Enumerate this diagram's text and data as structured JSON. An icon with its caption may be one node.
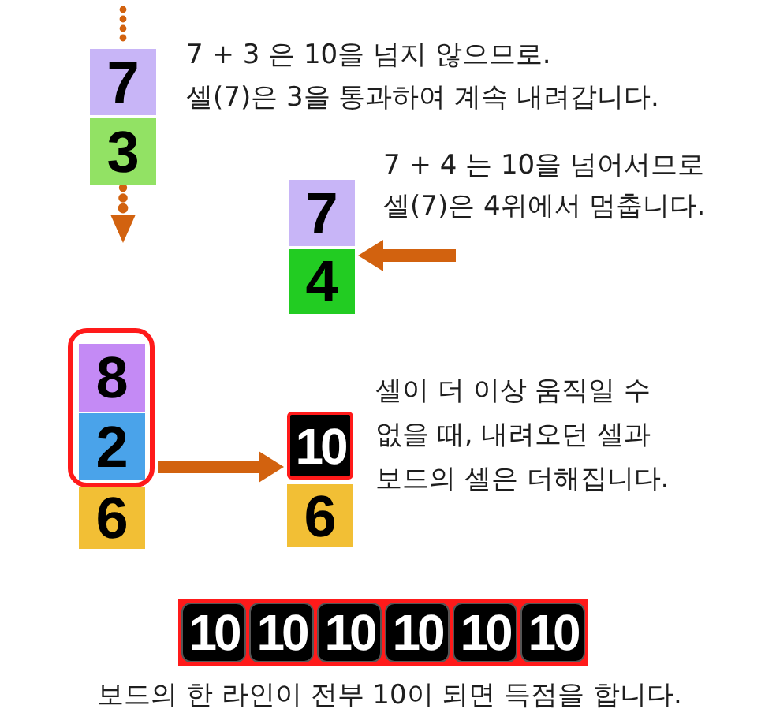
{
  "diagram": {
    "nodes": [
      {
        "text": [
          "7"
        ]
      },
      {
        "text": [
          "3"
        ]
      },
      {
        "text": [
          "7"
        ]
      },
      {
        "text": [
          "4"
        ]
      },
      {
        "text": [],
        "shape": "box"
      },
      {
        "text": [
          "8"
        ],
        "in": 4
      },
      {
        "text": [
          "2"
        ],
        "in": 4
      },
      {
        "text": [
          "6"
        ]
      },
      {
        "text": [
          "10"
        ]
      },
      {
        "text": [
          "6"
        ]
      },
      {
        "text": [],
        "shape": "bar"
      },
      {
        "text": [
          "10"
        ],
        "in": 10
      },
      {
        "text": [
          "10"
        ],
        "in": 10
      },
      {
        "text": [
          "10"
        ],
        "in": 10
      },
      {
        "text": [
          "10"
        ],
        "in": 10
      },
      {
        "text": [
          "10"
        ],
        "in": 10
      },
      {
        "text": [
          "10"
        ],
        "in": 10
      }
    ],
    "edges": [
      {
        "from": null,
        "to": 3,
        "arrow": "to"
      },
      {
        "from": 4,
        "to": 8,
        "arrow": "to"
      }
    ],
    "labels": [
      "7 + 3 은 10을 넘지 않으므로.",
      "셀(7)은 3을 통과하여 계속 내려갑니다.",
      "7 + 4 는 10을 넘어서므로 셀(7)은 4위에서 멈춥니다.",
      "셀이 더 이상 움직일 수 없을 때, 내려오던 셀과 보드의 셀은 더해집니다.",
      "보드의 한 라인이 전부 10이 되면 득점을 합니다."
    ]
  }
}
